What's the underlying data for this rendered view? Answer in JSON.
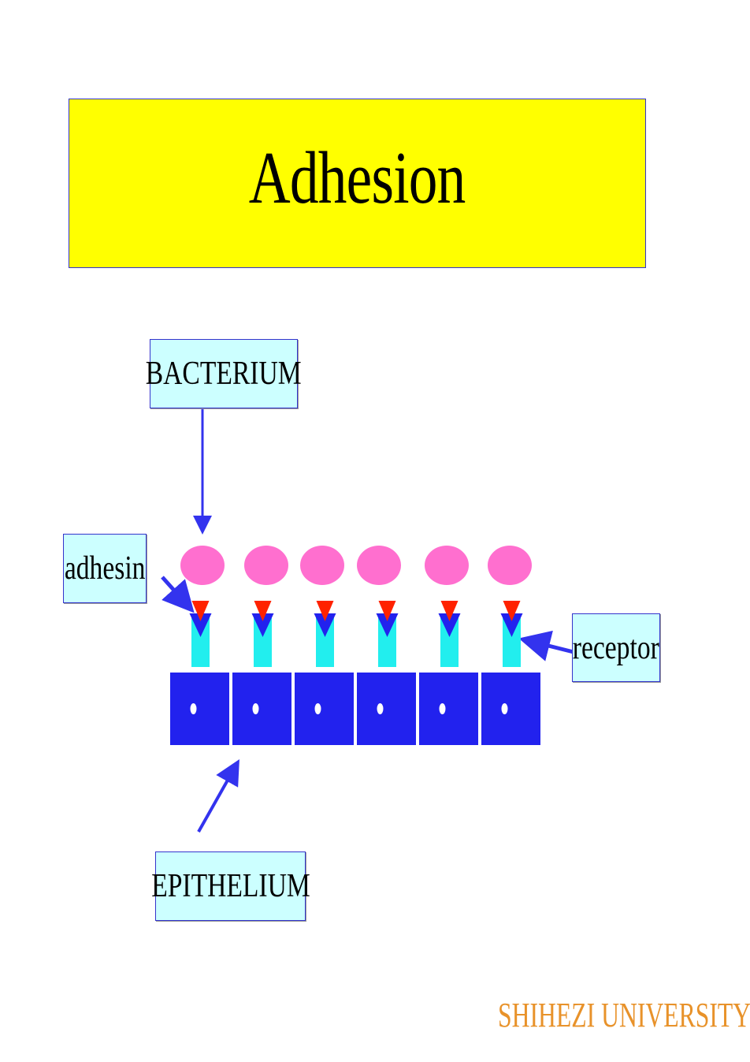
{
  "title": "Adhesion",
  "labels": {
    "bacterium": "BACTERIUM",
    "adhesin": "adhesin",
    "receptor": "receptor",
    "epithelium": "EPITHELIUM"
  },
  "footer": "SHIHEZI UNIVERSITY",
  "colors": {
    "title_bg": "#ffff00",
    "label_bg": "#ccffff",
    "border": "#3333cc",
    "bacterium": "#ff6fcf",
    "adhesin": "#ff2200",
    "receptor": "#22eeee",
    "epithelium": "#2222ee",
    "arrow": "#3333ee",
    "footer": "#e8922a"
  },
  "units": 6
}
